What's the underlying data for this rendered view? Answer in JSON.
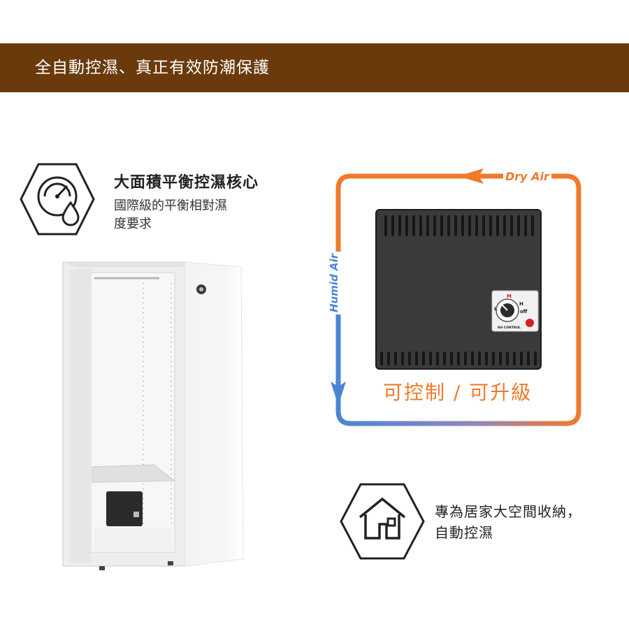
{
  "banner": {
    "title": "全自動控濕、真正有效防潮保護"
  },
  "feature_core": {
    "title": "大面積平衡控濕核心",
    "line1": "國際級的平衡相對濕",
    "line2": "度要求",
    "icon": "humidity-gauge-icon"
  },
  "airflow": {
    "dry_label": "Dry Air",
    "humid_label": "Humid Air",
    "control_text": "可控制 / 可升級",
    "dial_label": "RH CONTROL",
    "dial_off": "off",
    "dial_h": "H",
    "dial_l": "L",
    "dial_m": "M",
    "colors": {
      "dry": "#f07a2b",
      "humid": "#4a86d4"
    }
  },
  "feature_home": {
    "line1": "專為居家大空間收納，",
    "line2": "自動控濕",
    "icon": "house-icon"
  },
  "colors": {
    "banner": "#6a3a0c"
  }
}
